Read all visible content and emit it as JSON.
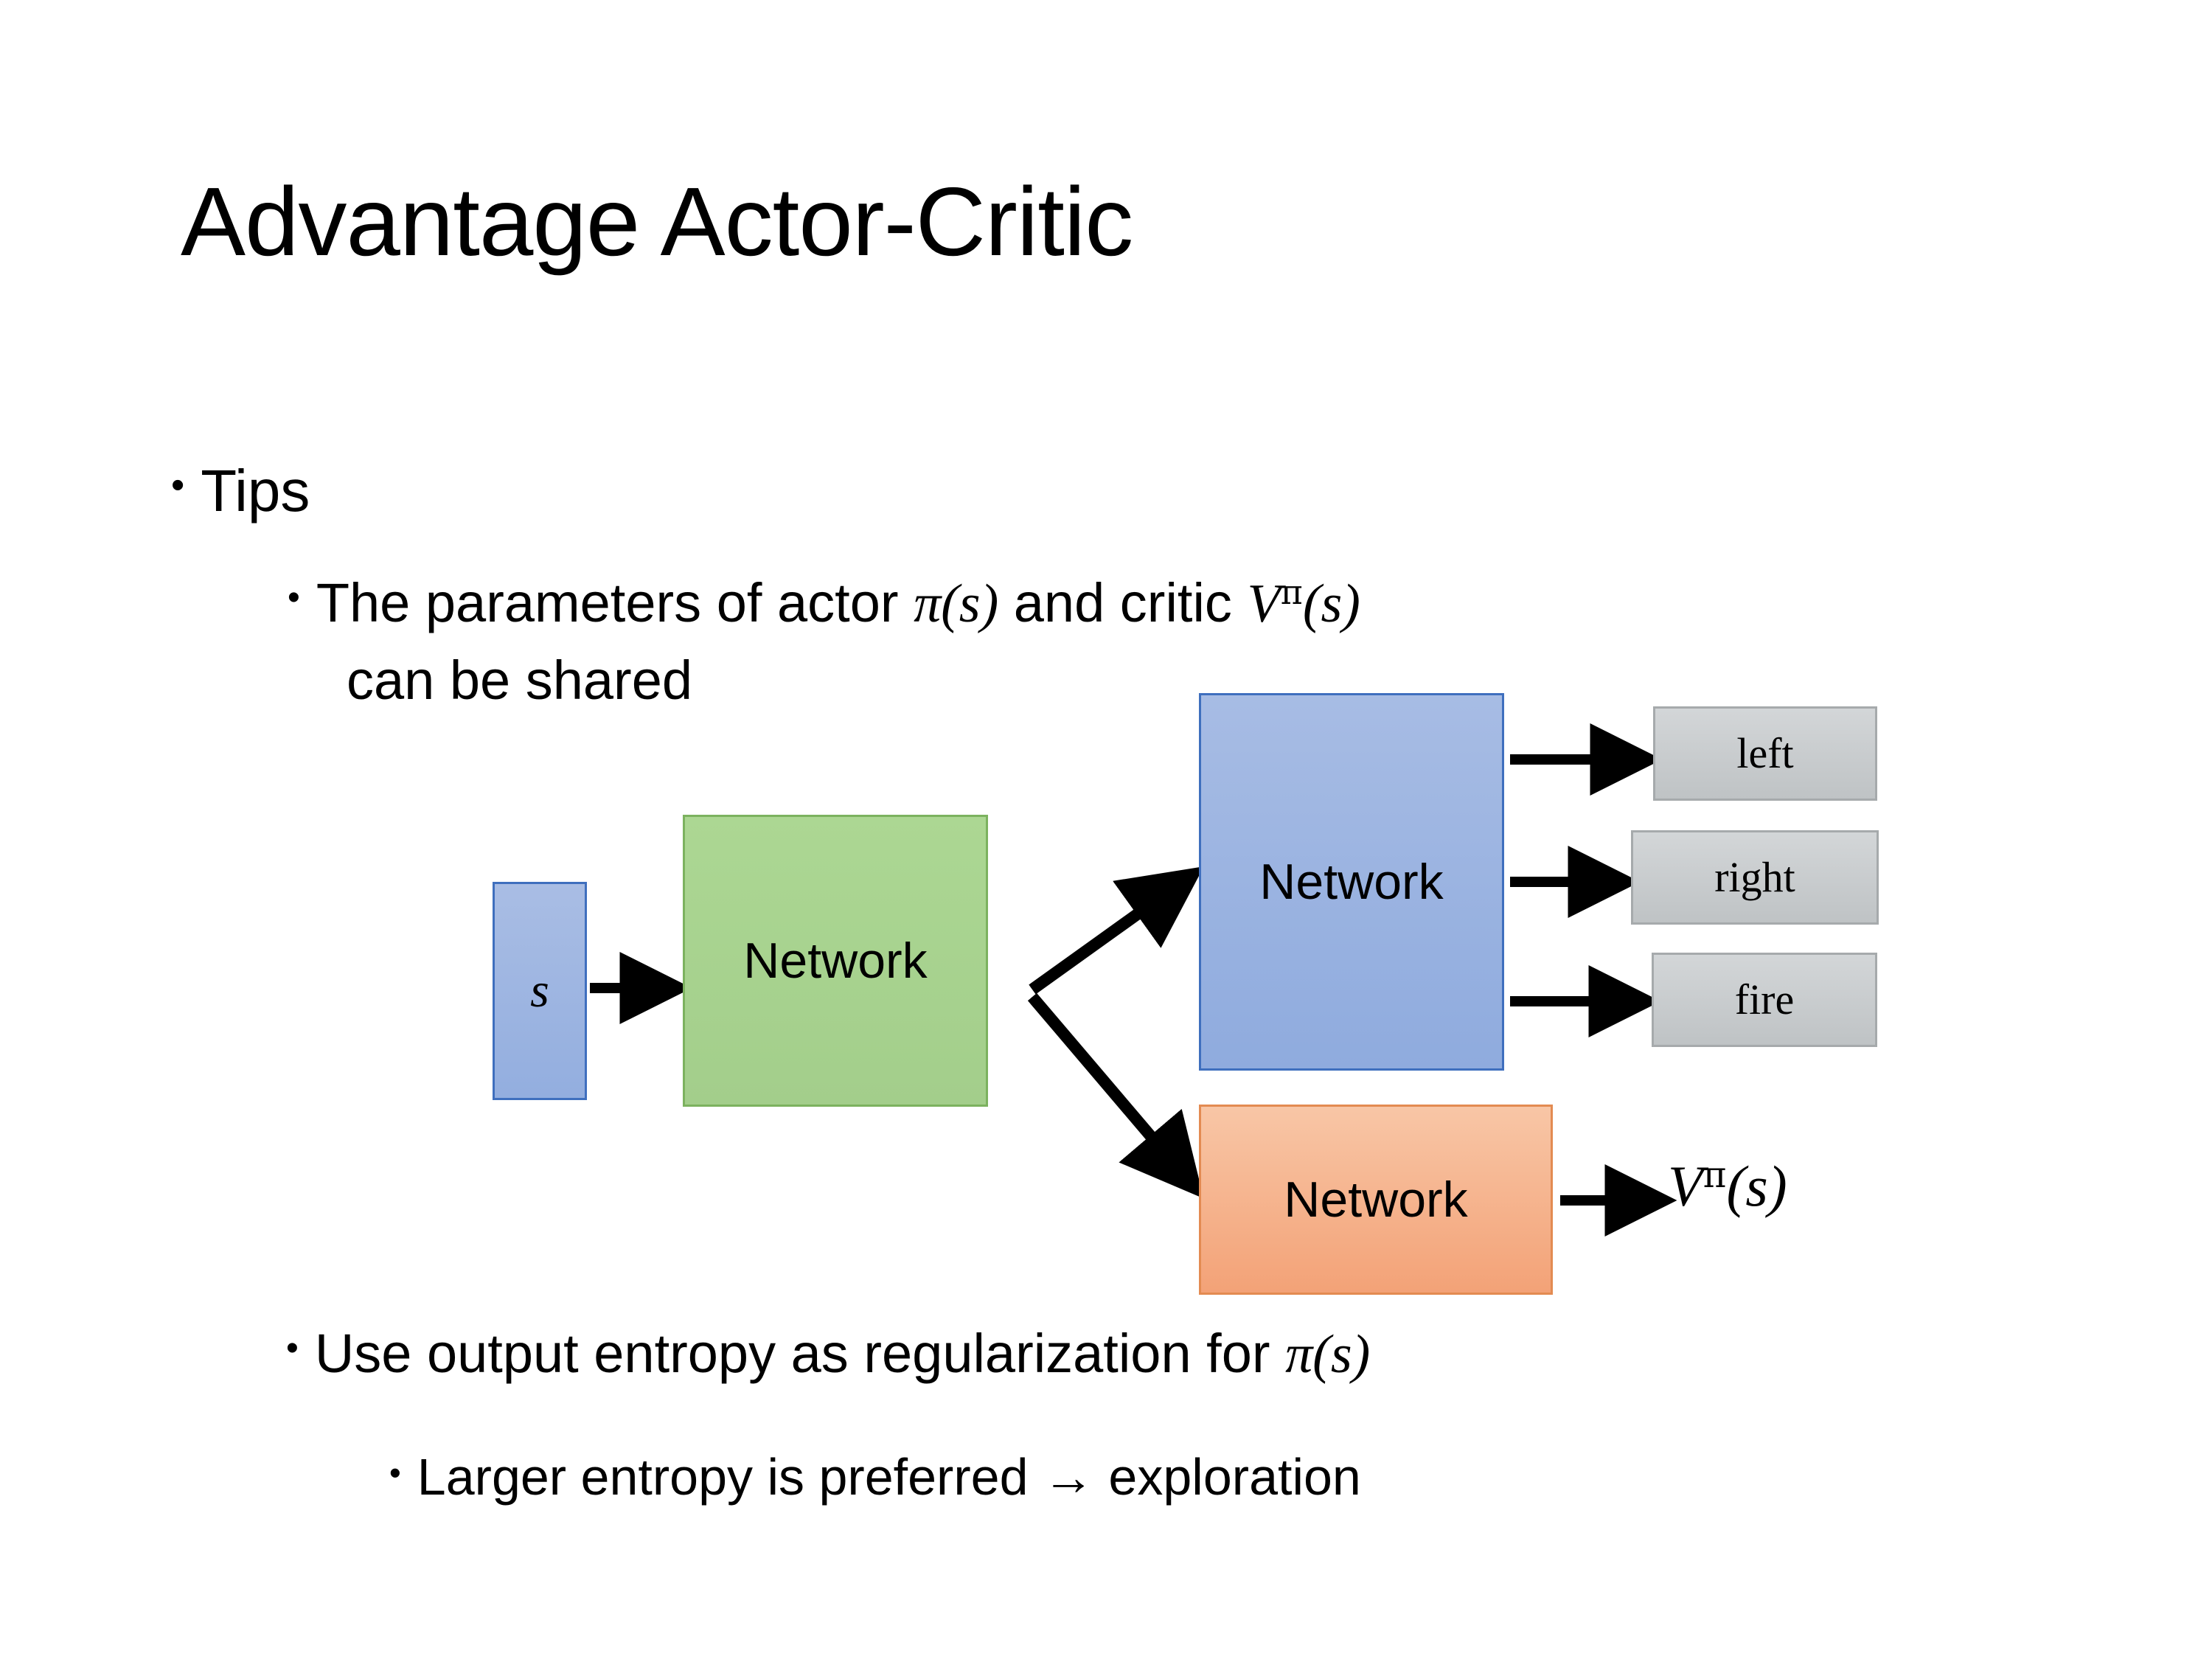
{
  "slide": {
    "title": "Advantage Actor-Critic",
    "background_color": "#FFFFFF"
  },
  "bullets": {
    "level1_tips": {
      "marker": "•",
      "text": "Tips"
    },
    "level2_params": {
      "marker": "•",
      "text_part1": "The parameters of actor ",
      "math_actor": "π(s)",
      "text_part2": "  and critic ",
      "math_critic_base": "V",
      "math_critic_sup": "π",
      "math_critic_arg": "(s)",
      "text_line2": "can be shared"
    },
    "level2_entropy": {
      "marker": "•",
      "text": "Use output entropy as regularization for ",
      "math": "π(s)"
    },
    "level3_larger": {
      "marker": "•",
      "text": "Larger entropy is preferred → exploration"
    }
  },
  "diagram": {
    "state_box": {
      "label": "s",
      "fill": "#9DB4DE",
      "border": "#3F6FBE"
    },
    "shared_network_box": {
      "label": "Network",
      "fill": "#A9D18E",
      "border": "#7CB25F"
    },
    "actor_network_box": {
      "label": "Network",
      "fill": "#9DB4DE",
      "border": "#3F6FBE"
    },
    "critic_network_box": {
      "label": "Network",
      "fill": "#F4AE82",
      "border": "#E38B52"
    },
    "action_outputs": [
      {
        "label": "left",
        "fill": "#C8CBCD",
        "border": "#A6AAAC"
      },
      {
        "label": "right",
        "fill": "#C8CBCD",
        "border": "#A6AAAC"
      },
      {
        "label": "fire",
        "fill": "#C8CBCD",
        "border": "#A6AAAC"
      }
    ],
    "value_output": {
      "base": "V",
      "superscript": "π",
      "argument": "(s)"
    },
    "arrow_color": "#000000",
    "arrows": [
      {
        "name": "state-to-shared"
      },
      {
        "name": "shared-to-actor"
      },
      {
        "name": "shared-to-critic"
      },
      {
        "name": "actor-to-left"
      },
      {
        "name": "actor-to-right"
      },
      {
        "name": "actor-to-fire"
      },
      {
        "name": "critic-to-value"
      }
    ]
  }
}
